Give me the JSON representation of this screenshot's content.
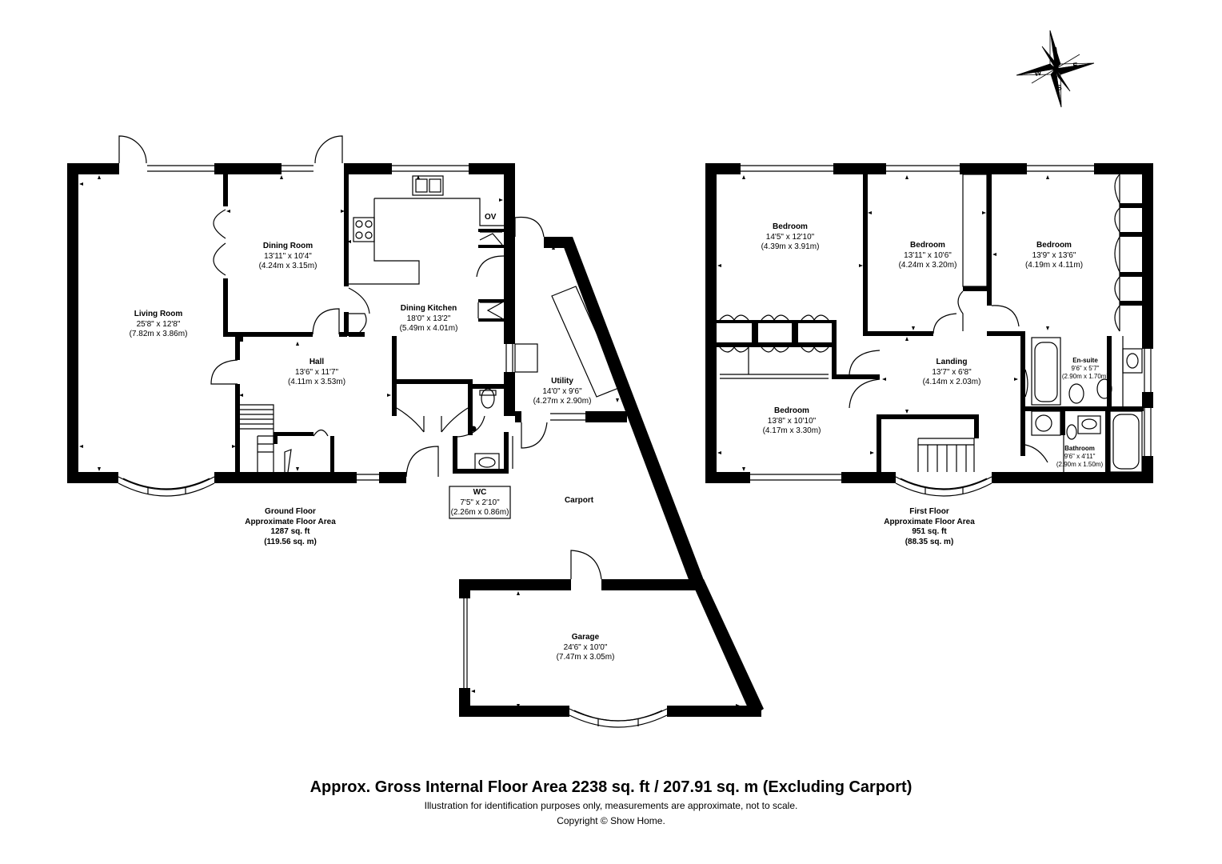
{
  "compass": {
    "n": "N",
    "e": "E",
    "s": "S",
    "w": "W"
  },
  "rooms": {
    "living_room": {
      "name": "Living Room",
      "imperial": "25'8\" x 12'8\"",
      "metric": "(7.82m x 3.86m)"
    },
    "dining_room": {
      "name": "Dining Room",
      "imperial": "13'11\" x 10'4\"",
      "metric": "(4.24m x 3.15m)"
    },
    "dining_kitchen": {
      "name": "Dining Kitchen",
      "imperial": "18'0\" x 13'2\"",
      "metric": "(5.49m x 4.01m)"
    },
    "hall": {
      "name": "Hall",
      "imperial": "13'6\" x 11'7\"",
      "metric": "(4.11m x 3.53m)"
    },
    "utility": {
      "name": "Utility",
      "imperial": "14'0\" x 9'6\"",
      "metric": "(4.27m x 2.90m)"
    },
    "wc": {
      "name": "WC",
      "imperial": "7'5\" x 2'10\"",
      "metric": "(2.26m x 0.86m)"
    },
    "carport": {
      "name": "Carport"
    },
    "garage": {
      "name": "Garage",
      "imperial": "24'6\" x 10'0\"",
      "metric": "(7.47m x 3.05m)"
    },
    "bedroom_1": {
      "name": "Bedroom",
      "imperial": "14'5\" x 12'10\"",
      "metric": "(4.39m x 3.91m)"
    },
    "bedroom_2": {
      "name": "Bedroom",
      "imperial": "13'11\" x 10'6\"",
      "metric": "(4.24m x 3.20m)"
    },
    "bedroom_3": {
      "name": "Bedroom",
      "imperial": "13'9\" x 13'6\"",
      "metric": "(4.19m x 4.11m)"
    },
    "bedroom_4": {
      "name": "Bedroom",
      "imperial": "13'8\" x 10'10\"",
      "metric": "(4.17m x 3.30m)"
    },
    "landing": {
      "name": "Landing",
      "imperial": "13'7\" x 6'8\"",
      "metric": "(4.14m x 2.03m)"
    },
    "ensuite": {
      "name": "En-suite",
      "imperial": "9'6\" x 5'7\"",
      "metric": "(2.90m x 1.70m)"
    },
    "bathroom": {
      "name": "Bathroom",
      "imperial": "9'6\" x 4'11\"",
      "metric": "(2.90m x 1.50m)"
    }
  },
  "appliance": {
    "oven": "OV"
  },
  "ground_floor": {
    "title": "Ground Floor",
    "subtitle": "Approximate Floor Area",
    "sqft": "1287 sq. ft",
    "sqm": "(119.56 sq. m)"
  },
  "first_floor": {
    "title": "First Floor",
    "subtitle": "Approximate Floor Area",
    "sqft": "951 sq. ft",
    "sqm": "(88.35 sq. m)"
  },
  "footer": {
    "gross": "Approx. Gross Internal Floor Area 2238 sq. ft / 207.91 sq. m (Excluding Carport)",
    "disclaimer": "Illustration for identification purposes only, measurements are approximate, not to scale.",
    "copyright": "Copyright © Show Home."
  }
}
